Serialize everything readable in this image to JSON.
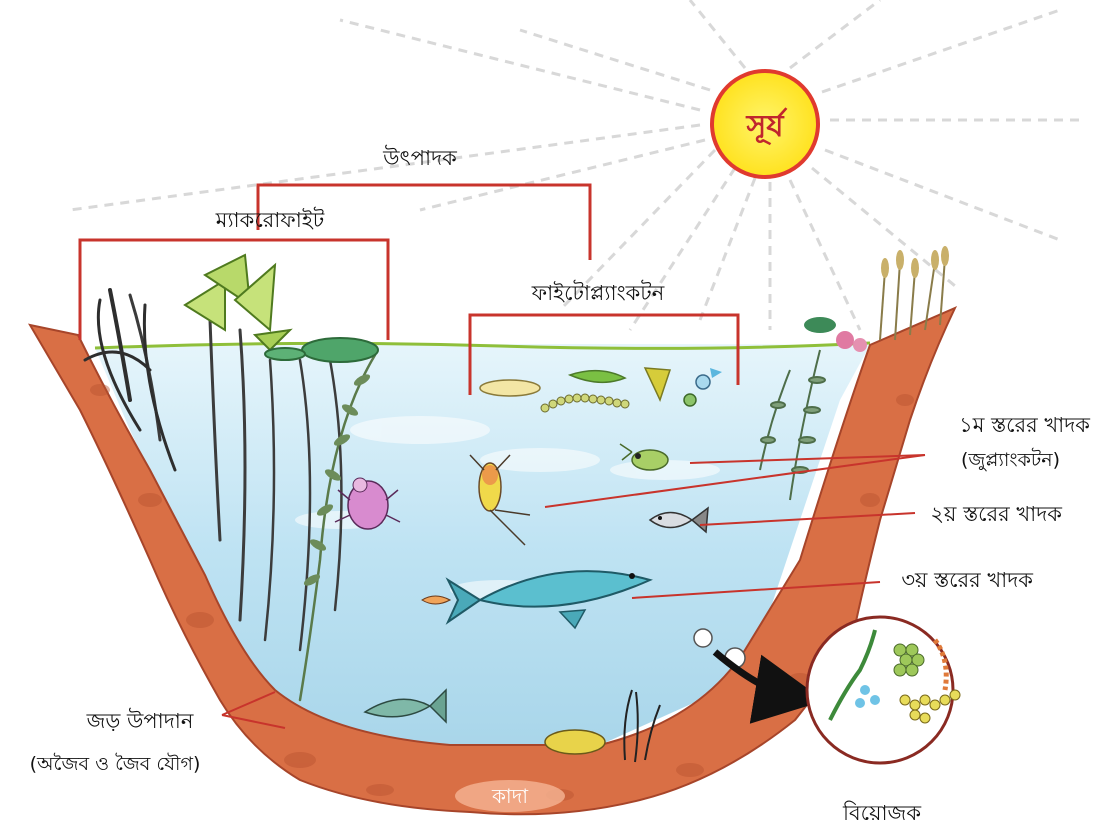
{
  "sun": {
    "label": "সূর্য"
  },
  "producers": {
    "label": "উৎপাদক",
    "macrophyte": "ম্যাকরোফাইট",
    "phytoplankton": "ফাইটোপ্ল্যাংকটন"
  },
  "consumers": {
    "primary": "১ম স্তরের খাদক",
    "primary_note": "(জুপ্ল্যাংকটন)",
    "secondary": "২য় স্তরের খাদক",
    "tertiary": "৩য় স্তরের খাদক"
  },
  "abiotic": {
    "line1": "জড় উপাদান",
    "line2": "(অজৈব ও জৈব যৌগ)"
  },
  "mud": {
    "label": "কাদা"
  },
  "decomposer": {
    "label": "বিয়োজক"
  },
  "colors": {
    "soil": "#d96f45",
    "soil_dark": "#a7452a",
    "water": "#cfe9f6",
    "bracket": "#c8342c",
    "sun_fill": "#ffe62e",
    "sun_ring": "#e03a2f"
  }
}
